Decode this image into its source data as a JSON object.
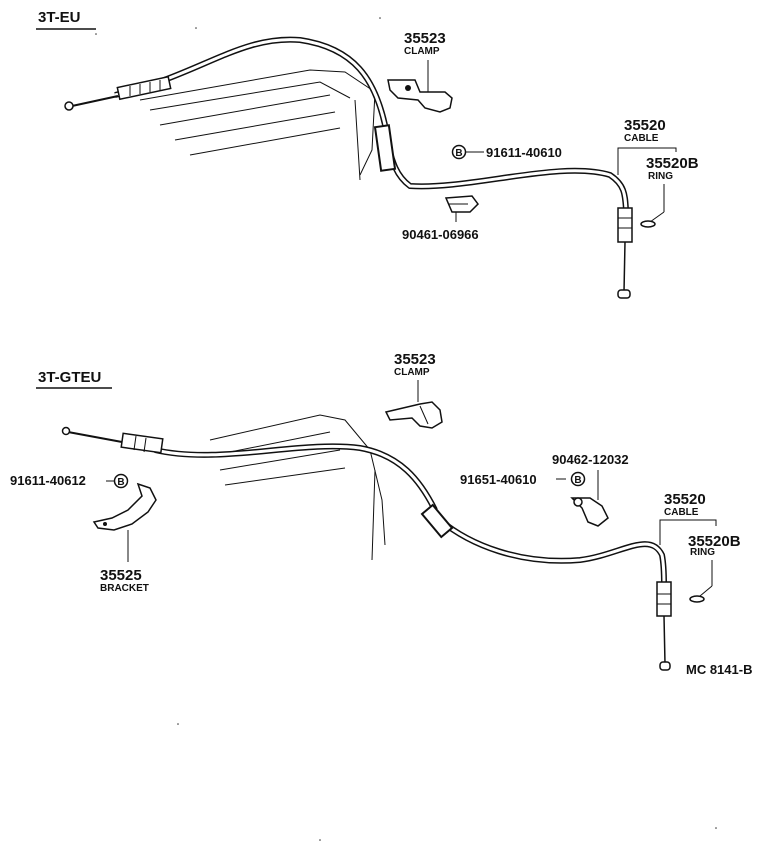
{
  "sections": [
    {
      "title": "3T-EU",
      "callouts": {
        "clamp_number": "35523",
        "clamp_name": "CLAMP",
        "bolt_pn": "91611-40610",
        "cable_number": "35520",
        "cable_name": "CABLE",
        "ring_number": "35520B",
        "ring_name": "RING",
        "clip_pn": "90461-06966"
      }
    },
    {
      "title": "3T-GTEU",
      "callouts": {
        "clamp_number": "35523",
        "clamp_name": "CLAMP",
        "bracket_bolt_pn": "91611-40612",
        "bracket_number": "35525",
        "bracket_name": "BRACKET",
        "clip_pn": "90462-12032",
        "bolt_pn": "91651-40610",
        "cable_number": "35520",
        "cable_name": "CABLE",
        "ring_number": "35520B",
        "ring_name": "RING",
        "diagram_ref": "MC 8141-B"
      }
    }
  ],
  "bolt_symbol": "B"
}
